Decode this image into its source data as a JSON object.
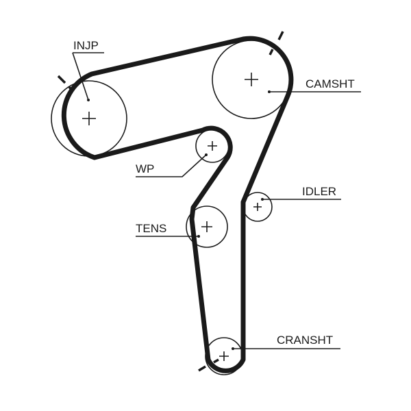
{
  "diagram": {
    "labels": {
      "injp": "INJP",
      "camsht": "CAMSHT",
      "wp": "WP",
      "idler": "IDLER",
      "tens": "TENS",
      "cransht": "CRANSHT"
    },
    "colors": {
      "belt": "#1a1a1a",
      "pulley": "#1a1a1a",
      "background": "#ffffff"
    }
  }
}
